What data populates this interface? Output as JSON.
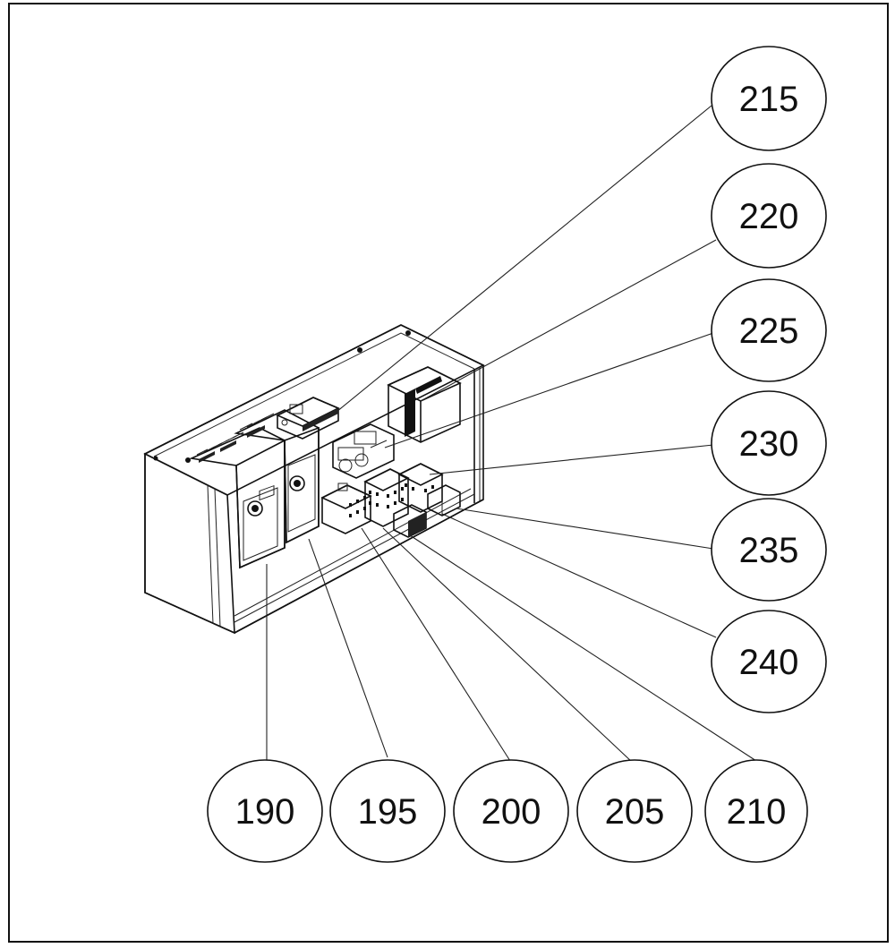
{
  "callouts": {
    "c190": "190",
    "c195": "195",
    "c200": "200",
    "c205": "205",
    "c210": "210",
    "c215": "215",
    "c220": "220",
    "c225": "225",
    "c230": "230",
    "c235": "235",
    "c240": "240"
  },
  "colors": {
    "line": "#111111",
    "background": "#ffffff"
  }
}
